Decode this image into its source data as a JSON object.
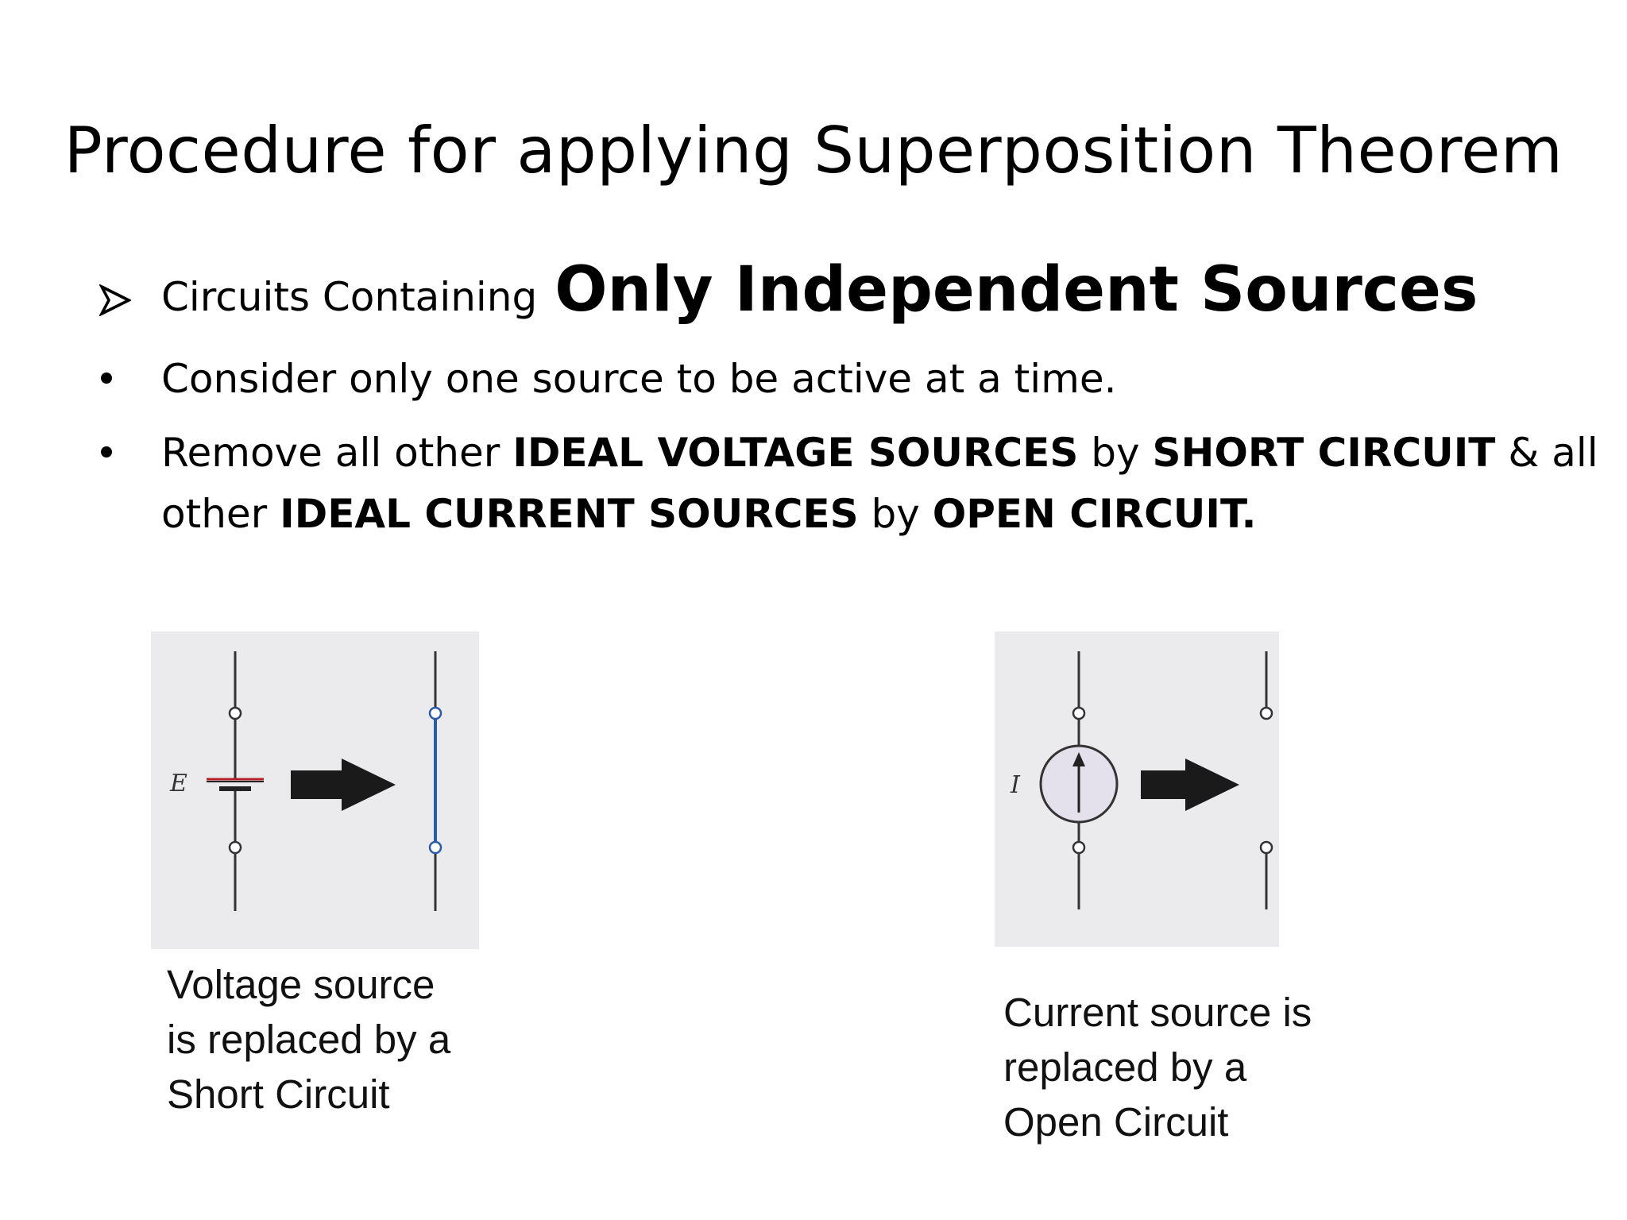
{
  "slide": {
    "title": "Procedure for applying Superposition Theorem"
  },
  "heading_bullet": {
    "marker": "arrow-bullet-icon",
    "prefix": "Circuits Containing",
    "emphasis": "Only Independent Sources"
  },
  "bullets": [
    {
      "segments": [
        {
          "text": "Consider only one source to be active at a time.",
          "bold": false
        }
      ]
    },
    {
      "line1": [
        {
          "text": "Remove all other ",
          "bold": false
        },
        {
          "text": "IDEAL VOLTAGE SOURCES",
          "bold": true
        },
        {
          "text": " by ",
          "bold": false
        },
        {
          "text": "SHORT CIRCUIT",
          "bold": true
        },
        {
          "text": " & all",
          "bold": false
        }
      ],
      "line2": [
        {
          "text": "other ",
          "bold": false
        },
        {
          "text": "IDEAL CURRENT SOURCES",
          "bold": true
        },
        {
          "text": " by ",
          "bold": false
        },
        {
          "text": "OPEN CIRCUIT.",
          "bold": true
        }
      ]
    }
  ],
  "figures": {
    "voltage": {
      "source_label": "E",
      "caption": [
        "Voltage source",
        "is replaced by a",
        "Short Circuit"
      ]
    },
    "current": {
      "source_label": "I",
      "caption": [
        "Current source is",
        "replaced by a",
        "Open Circuit"
      ]
    }
  },
  "colors": {
    "background": "#ffffff",
    "text": "#000000",
    "figure_panel": "#ebebee",
    "short_wire": "#2a5ba8",
    "battery_plate": "#b5232a",
    "current_source_fill": "#e4e0ec"
  }
}
